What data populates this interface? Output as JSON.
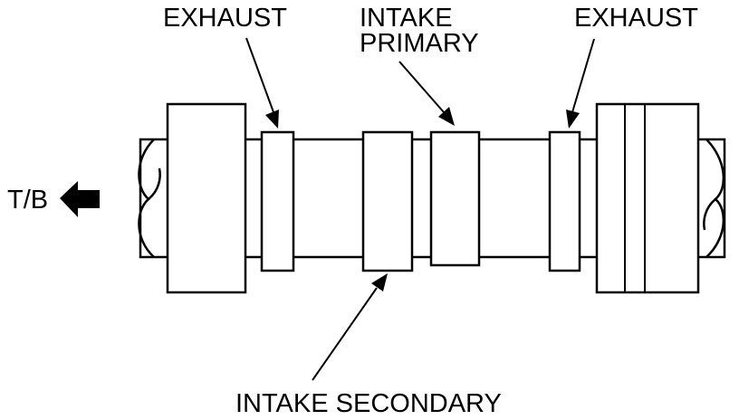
{
  "labels": {
    "exhaust_left": "EXHAUST",
    "intake_primary_line1": "INTAKE",
    "intake_primary_line2": "PRIMARY",
    "exhaust_right": "EXHAUST",
    "direction": "T/B",
    "intake_secondary": "INTAKE SECONDARY"
  },
  "colors": {
    "line": "#000000",
    "background": "#ffffff"
  }
}
